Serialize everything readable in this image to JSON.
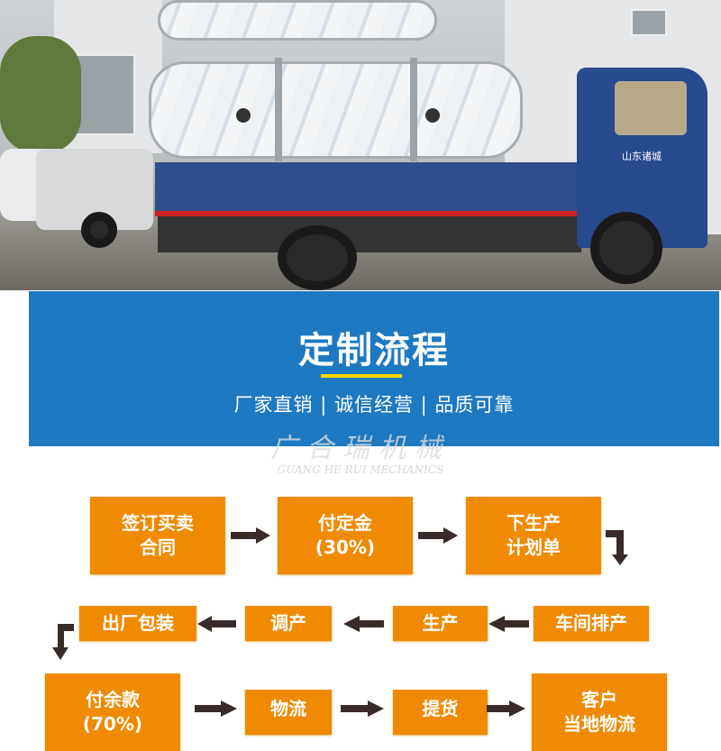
{
  "photo": {
    "truck_door_text": "山东诸城"
  },
  "banner": {
    "title": "定制流程",
    "subtitle": "厂家直销 | 诚信经营 | 品质可靠",
    "color": "#1d79c1",
    "underline_color": "#ffd700"
  },
  "watermark": {
    "cn": "广合瑞机械",
    "en": "GUANG HE RUI MECHANICS"
  },
  "flow": {
    "box_color": "#f08a00",
    "arrow_color": "#3a2a2a",
    "steps": [
      "签订买卖\n合同",
      "付定金\n(30%)",
      "下生产\n计划单",
      "车间排产",
      "生产",
      "调产",
      "出厂包装",
      "付余款\n(70%)",
      "物流",
      "提货",
      "客户\n当地物流"
    ]
  }
}
